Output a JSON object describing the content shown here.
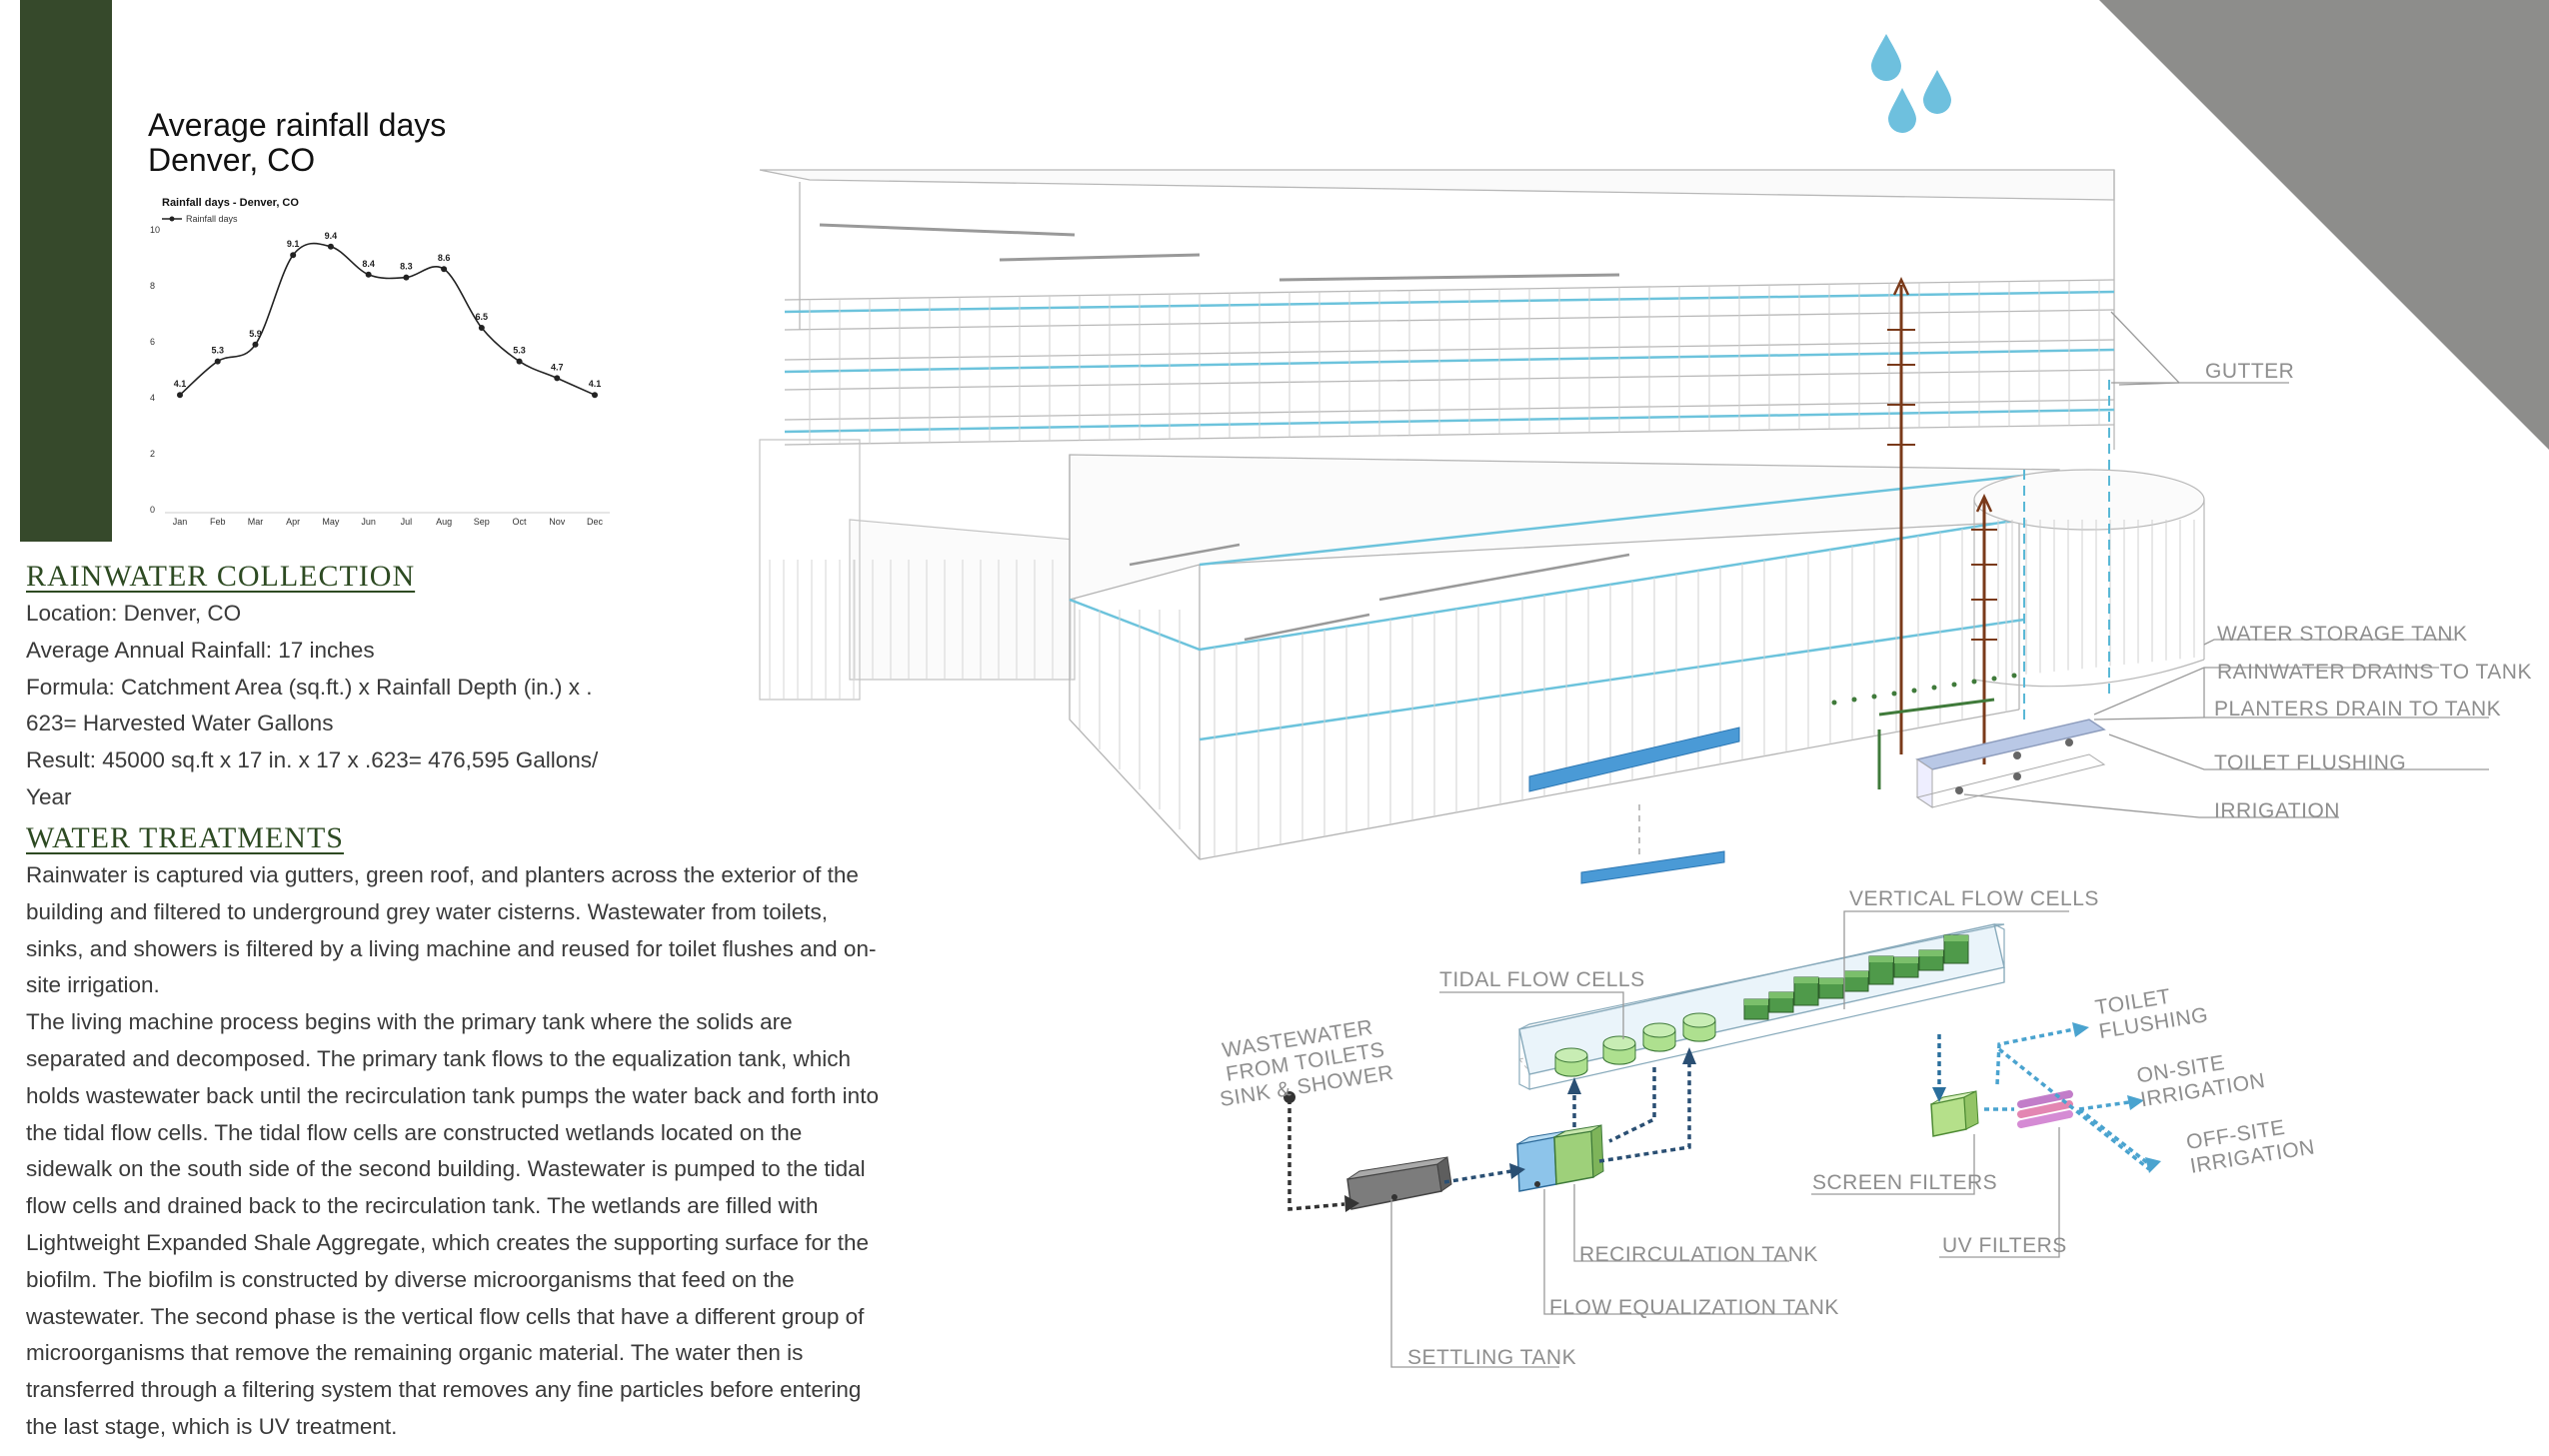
{
  "chart": {
    "heading_line1": "Average rainfall days",
    "heading_line2": "Denver, CO"
  },
  "chart_data": {
    "type": "line",
    "title": "Rainfall days - Denver, CO",
    "legend": "Rainfall days",
    "legend_position": "top-left",
    "categories": [
      "Jan",
      "Feb",
      "Mar",
      "Apr",
      "May",
      "Jun",
      "Jul",
      "Aug",
      "Sep",
      "Oct",
      "Nov",
      "Dec"
    ],
    "series": [
      {
        "name": "Rainfall days",
        "values": [
          4.1,
          5.3,
          5.9,
          9.1,
          9.4,
          8.4,
          8.3,
          8.6,
          6.5,
          5.3,
          4.7,
          4.1
        ]
      }
    ],
    "yticks": [
      "0",
      "2",
      "4",
      "6",
      "8",
      "10"
    ],
    "ylim": [
      0,
      10
    ],
    "grid": false,
    "line_color": "#222222"
  },
  "rainwater": {
    "heading": "RAINWATER COLLECTION",
    "lines": [
      "Location: Denver, CO",
      "Average Annual Rainfall: 17 inches",
      "Formula: Catchment Area (sq.ft.) x Rainfall Depth (in.) x .",
      "623= Harvested Water Gallons",
      "Result: 45000 sq.ft x 17 in. x 17 x .623= 476,595 Gallons/",
      "Year"
    ]
  },
  "treatments": {
    "heading": "WATER TREATMENTS",
    "lines": [
      "Rainwater is captured via gutters, green roof, and planters across the exterior of the",
      "building and filtered to underground grey water cisterns. Wastewater from toilets,",
      "sinks, and showers is filtered by a living machine and reused for toilet flushes and on-",
      "site irrigation.",
      "The living machine process begins with the primary tank where the solids are",
      "separated and decomposed. The primary tank flows to the equalization tank, which",
      "holds wastewater back until the recirculation tank pumps the water back and forth into",
      "the tidal flow cells. The tidal flow cells are constructed wetlands located on the",
      "sidewalk on the south side of the second building. Wastewater is pumped to the tidal",
      "flow cells and drained back to the recirculation tank. The wetlands are filled with",
      "Lightweight Expanded Shale Aggregate, which creates the supporting surface for the",
      "biofilm. The biofilm is constructed by diverse microorganisms that feed on the",
      "wastewater. The second phase is the vertical flow cells that have a different group of",
      "microorganisms that remove the remaining organic material. The water then is",
      "transferred through a filtering system that removes any fine particles before entering",
      "the last stage, which is UV treatment."
    ]
  },
  "building_labels": {
    "gutter": "GUTTER",
    "storage": "WATER STORAGE TANK",
    "drains": "RAINWATER DRAINS TO TANK",
    "planters": "PLANTERS DRAIN TO TANK",
    "toilet": "TOILET FLUSHING",
    "irrigation": "IRRIGATION"
  },
  "system_labels": {
    "vertical": "VERTICAL FLOW CELLS",
    "tidal": "TIDAL FLOW CELLS",
    "wastewater": [
      "WASTEWATER",
      "FROM TOILETS",
      "SINK & SHOWER"
    ],
    "toilet_out": [
      "TOILET",
      "FLUSHING"
    ],
    "onsite": [
      "ON-SITE",
      "IRRIGATION"
    ],
    "offsite": [
      "OFF-SITE",
      "IRRIGATION"
    ],
    "screen": "SCREEN FILTERS",
    "uv": "UV FILTERS",
    "recirc": "RECIRCULATION TANK",
    "flow_eq": "FLOW EQUALIZATION TANK",
    "settling": "SETTLING TANK"
  },
  "colors": {
    "accent_green": "#36492b",
    "heading_green": "#2d4a22",
    "water_blue": "#5ab8d6",
    "drain_brown": "#7a3a1a",
    "planter_green": "#3f7a3a",
    "tank_blue": "#3b8fd0"
  }
}
